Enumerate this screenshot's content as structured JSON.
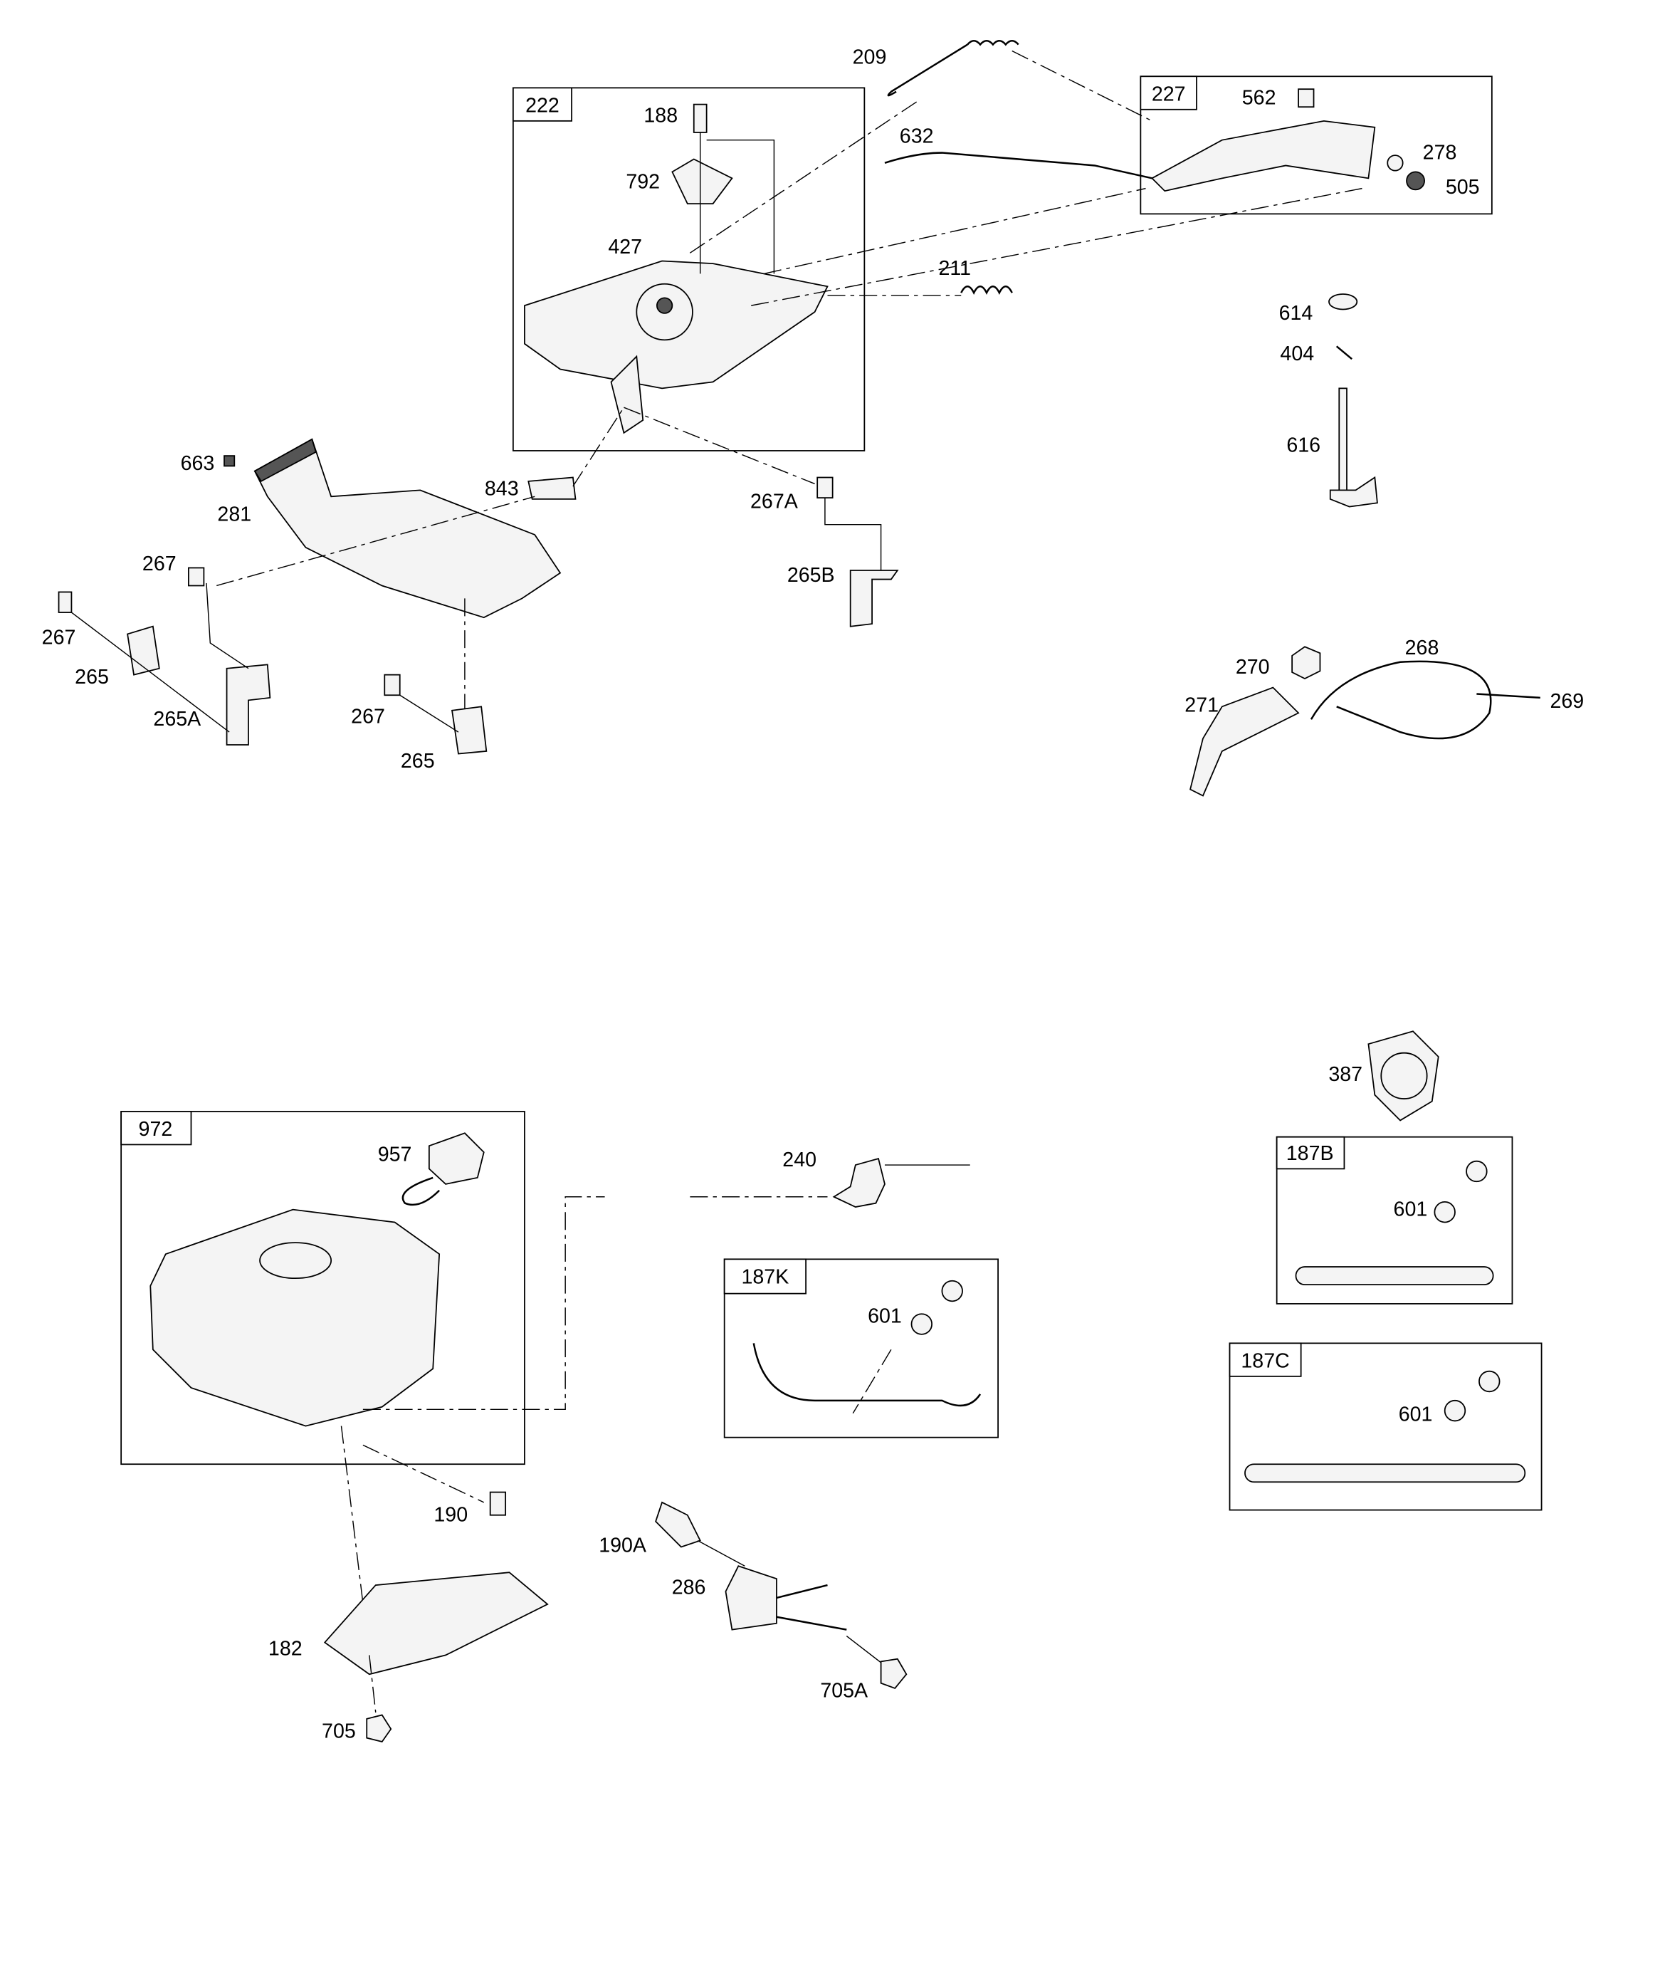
{
  "groups": {
    "g222": "222",
    "g227": "227",
    "g972": "972",
    "g187B": "187B",
    "g187K": "187K",
    "g187C": "187C"
  },
  "callouts": {
    "c209": "209",
    "c188": "188",
    "c792": "792",
    "c427": "427",
    "c632": "632",
    "c562": "562",
    "c278": "278",
    "c505": "505",
    "c211": "211",
    "c614": "614",
    "c404": "404",
    "c616": "616",
    "c663": "663",
    "c281": "281",
    "c843": "843",
    "c267A": "267A",
    "c265B": "265B",
    "c267a": "267",
    "c267b": "267",
    "c265a": "265",
    "c265A": "265A",
    "c267c": "267",
    "c265b": "265",
    "c270": "270",
    "c268": "268",
    "c269": "269",
    "c271": "271",
    "c387": "387",
    "c957": "957",
    "c240": "240",
    "c601a": "601",
    "c601b": "601",
    "c601c": "601",
    "c190": "190",
    "c190A": "190A",
    "c286": "286",
    "c182": "182",
    "c705A": "705A",
    "c705": "705"
  }
}
